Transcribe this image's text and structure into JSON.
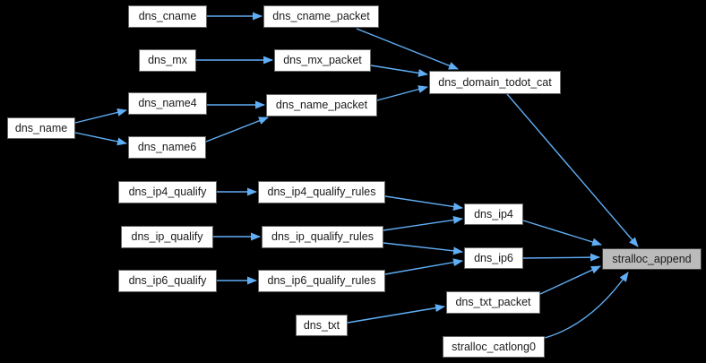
{
  "diagram": {
    "type": "call-graph",
    "background_color": "#000000",
    "edge_color": "#60AEF5",
    "node_fill": "#ffffff",
    "node_border_color": "#666666",
    "node_text_color": "#1a1a1a",
    "highlight_node_fill": "#bbbbbb",
    "highlight_node_border_color": "#3f3f3f",
    "nodes": [
      {
        "id": "dns_cname",
        "label": "dns_cname",
        "highlighted": false
      },
      {
        "id": "dns_cname_packet",
        "label": "dns_cname_packet",
        "highlighted": false
      },
      {
        "id": "dns_mx",
        "label": "dns_mx",
        "highlighted": false
      },
      {
        "id": "dns_mx_packet",
        "label": "dns_mx_packet",
        "highlighted": false
      },
      {
        "id": "dns_name4",
        "label": "dns_name4",
        "highlighted": false
      },
      {
        "id": "dns_name_packet",
        "label": "dns_name_packet",
        "highlighted": false
      },
      {
        "id": "dns_name",
        "label": "dns_name",
        "highlighted": false
      },
      {
        "id": "dns_name6",
        "label": "dns_name6",
        "highlighted": false
      },
      {
        "id": "dns_domain_todot_cat",
        "label": "dns_domain_todot_cat",
        "highlighted": false
      },
      {
        "id": "dns_ip4_qualify",
        "label": "dns_ip4_qualify",
        "highlighted": false
      },
      {
        "id": "dns_ip4_qualify_rules",
        "label": "dns_ip4_qualify_rules",
        "highlighted": false
      },
      {
        "id": "dns_ip_qualify",
        "label": "dns_ip_qualify",
        "highlighted": false
      },
      {
        "id": "dns_ip_qualify_rules",
        "label": "dns_ip_qualify_rules",
        "highlighted": false
      },
      {
        "id": "dns_ip6_qualify",
        "label": "dns_ip6_qualify",
        "highlighted": false
      },
      {
        "id": "dns_ip6_qualify_rules",
        "label": "dns_ip6_qualify_rules",
        "highlighted": false
      },
      {
        "id": "dns_ip4",
        "label": "dns_ip4",
        "highlighted": false
      },
      {
        "id": "dns_ip6",
        "label": "dns_ip6",
        "highlighted": false
      },
      {
        "id": "dns_txt",
        "label": "dns_txt",
        "highlighted": false
      },
      {
        "id": "dns_txt_packet",
        "label": "dns_txt_packet",
        "highlighted": false
      },
      {
        "id": "stralloc_catlong0",
        "label": "stralloc_catlong0",
        "highlighted": false
      },
      {
        "id": "stralloc_append",
        "label": "stralloc_append",
        "highlighted": true
      }
    ],
    "edges": [
      {
        "from": "dns_cname",
        "to": "dns_cname_packet"
      },
      {
        "from": "dns_cname_packet",
        "to": "dns_domain_todot_cat"
      },
      {
        "from": "dns_mx",
        "to": "dns_mx_packet"
      },
      {
        "from": "dns_mx_packet",
        "to": "dns_domain_todot_cat"
      },
      {
        "from": "dns_name4",
        "to": "dns_name_packet"
      },
      {
        "from": "dns_name_packet",
        "to": "dns_domain_todot_cat"
      },
      {
        "from": "dns_name",
        "to": "dns_name4"
      },
      {
        "from": "dns_name",
        "to": "dns_name6"
      },
      {
        "from": "dns_name6",
        "to": "dns_name_packet"
      },
      {
        "from": "dns_domain_todot_cat",
        "to": "stralloc_append"
      },
      {
        "from": "dns_ip4_qualify",
        "to": "dns_ip4_qualify_rules"
      },
      {
        "from": "dns_ip4_qualify_rules",
        "to": "dns_ip4"
      },
      {
        "from": "dns_ip_qualify",
        "to": "dns_ip_qualify_rules"
      },
      {
        "from": "dns_ip_qualify_rules",
        "to": "dns_ip4"
      },
      {
        "from": "dns_ip_qualify_rules",
        "to": "dns_ip6"
      },
      {
        "from": "dns_ip6_qualify",
        "to": "dns_ip6_qualify_rules"
      },
      {
        "from": "dns_ip6_qualify_rules",
        "to": "dns_ip6"
      },
      {
        "from": "dns_ip4",
        "to": "stralloc_append"
      },
      {
        "from": "dns_ip6",
        "to": "stralloc_append"
      },
      {
        "from": "dns_txt",
        "to": "dns_txt_packet"
      },
      {
        "from": "dns_txt_packet",
        "to": "stralloc_append"
      },
      {
        "from": "stralloc_catlong0",
        "to": "stralloc_append"
      }
    ]
  }
}
